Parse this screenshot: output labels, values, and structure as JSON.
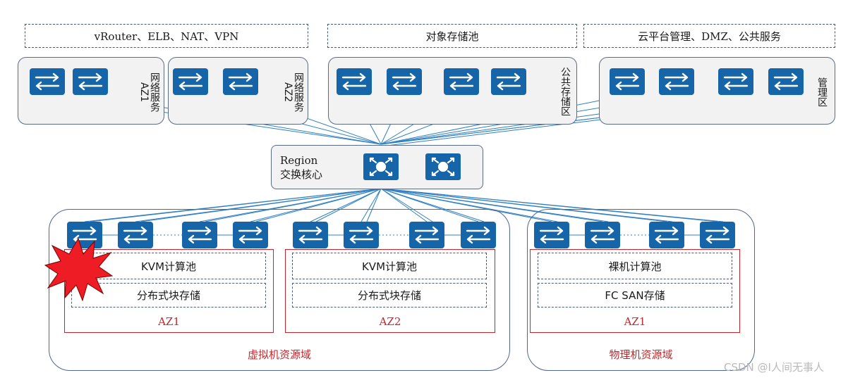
{
  "top_labels": {
    "network": "vRouter、ELB、NAT、VPN",
    "object_storage": "对象存储池",
    "cloud_mgmt": "云平台管理、DMZ、公共服务"
  },
  "zones": {
    "net_az1": "网络服务\nAZ1",
    "net_az2": "网络服务\nAZ2",
    "public_storage": "公共存储区",
    "management": "管理区"
  },
  "region": {
    "line1": "Region",
    "line2": "交换核心"
  },
  "domains": {
    "virtual": {
      "label": "虚拟机资源域",
      "az1": {
        "compute": "KVM计算池",
        "storage": "分布式块存储",
        "name": "AZ1"
      },
      "az2": {
        "compute": "KVM计算池",
        "storage": "分布式块存储",
        "name": "AZ2"
      }
    },
    "physical": {
      "label": "物理机资源域",
      "az1": {
        "compute": "裸机计算池",
        "storage": "FC SAN存储",
        "name": "AZ1"
      }
    }
  },
  "watermark": "CSDN @I人间无事人",
  "colors": {
    "switch": "#1565a8",
    "link": "#2f7fc1",
    "az_border": "#c0282d",
    "failure": "#ee1c24"
  },
  "icons": {
    "access_switch": "arrows-switch-icon",
    "core_switch": "core-router-icon",
    "failure": "explosion-burst-icon"
  }
}
